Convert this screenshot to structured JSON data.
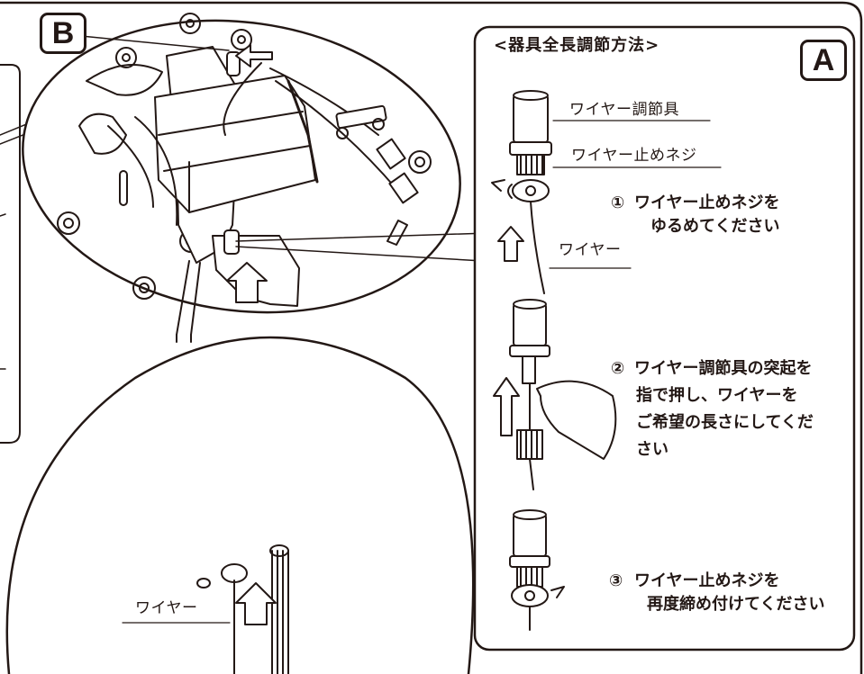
{
  "badges": {
    "b": "B",
    "a": "A"
  },
  "panel": {
    "title": "<器具全長調節方法>"
  },
  "labels": {
    "adjuster": "ワイヤー調節具",
    "stop_screw": "ワイヤー止めネジ",
    "wire_right": "ワイヤー",
    "wire_left": "ワイヤー"
  },
  "steps": [
    {
      "num": "①",
      "lines": [
        "ワイヤー止めネジを",
        "ゆるめてください"
      ]
    },
    {
      "num": "②",
      "lines": [
        "ワイヤー調節具の突起を",
        "指で押し、ワイヤーを",
        "ご希望の長さにしてくだ",
        "さい"
      ]
    },
    {
      "num": "③",
      "lines": [
        "ワイヤー止めネジを",
        "再度締め付けてください"
      ]
    }
  ],
  "colors": {
    "line": "#231815",
    "fill": "#ffffff",
    "shade": "#cfcfcf"
  }
}
